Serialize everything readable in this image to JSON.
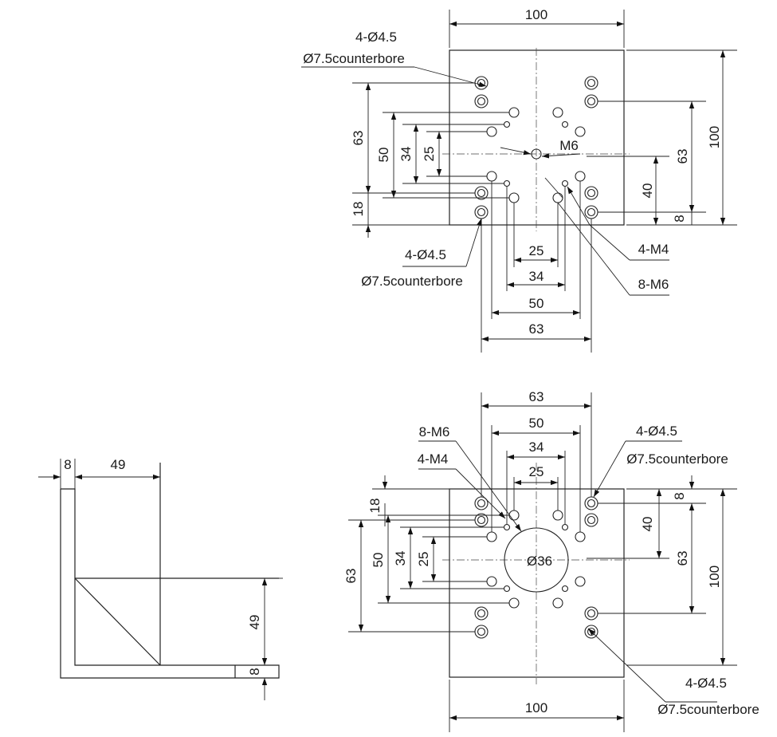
{
  "top_view": {
    "width_label": "100",
    "height_label": "100",
    "callout_top_left": {
      "count": "4-Ø4.5",
      "counterbore": "Ø7.5counterbore"
    },
    "callout_bottom_left": {
      "count": "4-Ø4.5",
      "counterbore": "Ø7.5counterbore"
    },
    "center_tap": "M6",
    "small_tap": "4-M4",
    "large_tap": "8-M6",
    "left_dims": [
      "63",
      "50",
      "34",
      "25",
      "18"
    ],
    "right_dims": [
      "63",
      "40",
      "8"
    ],
    "bottom_dims": [
      "25",
      "34",
      "50",
      "63"
    ]
  },
  "side_view": {
    "thickness_top": "8",
    "flange_length": "49",
    "height": "49",
    "thickness_bottom": "8"
  },
  "bottom_view": {
    "width_label": "100",
    "height_label": "100",
    "top_dims": [
      "63",
      "50",
      "34",
      "25"
    ],
    "large_tap": "8-M6",
    "small_tap": "4-M4",
    "callout_top_right": {
      "count": "4-Ø4.5",
      "counterbore": "Ø7.5counterbore"
    },
    "callout_bottom_right": {
      "count": "4-Ø4.5",
      "counterbore": "Ø7.5counterbore"
    },
    "center_bore": "Ø36",
    "left_dims": [
      "18",
      "63",
      "50",
      "34",
      "25"
    ],
    "right_dims": [
      "8",
      "40",
      "63"
    ]
  }
}
